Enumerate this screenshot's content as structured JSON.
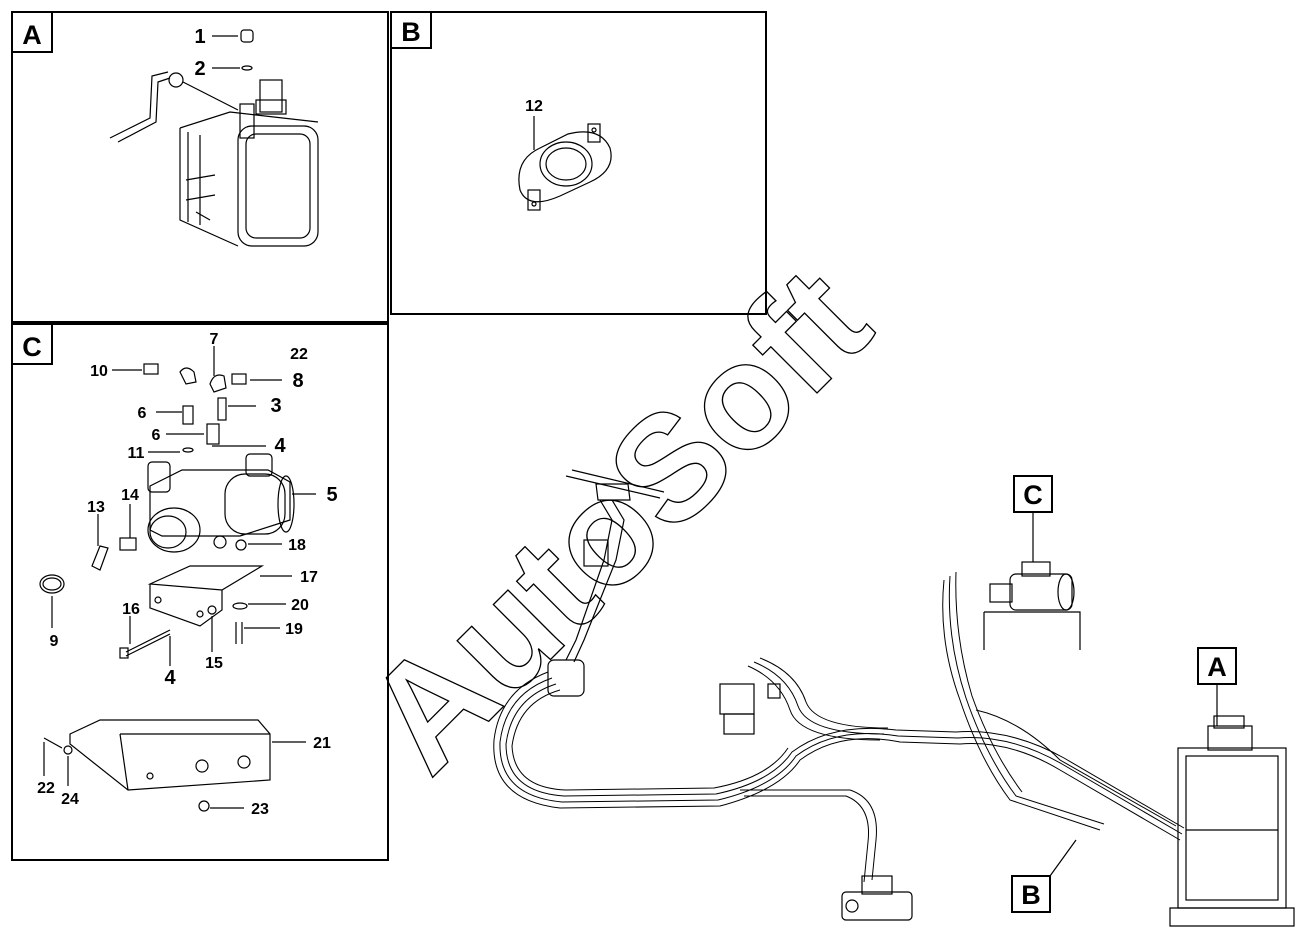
{
  "watermark": "AutoSoft",
  "panels": {
    "A": {
      "tag": "A"
    },
    "B": {
      "tag": "B"
    },
    "C": {
      "tag": "C"
    }
  },
  "callouts": {
    "a1": "1",
    "a2": "2",
    "b12": "12",
    "c7": "7",
    "c22top": "22",
    "c10": "10",
    "c8": "8",
    "c6a": "6",
    "c3": "3",
    "c6b": "6",
    "c4a": "4",
    "c11": "11",
    "c5": "5",
    "c13": "13",
    "c14": "14",
    "c18": "18",
    "c17": "17",
    "c16": "16",
    "c20": "20",
    "c9": "9",
    "c19": "19",
    "c4b": "4",
    "c15": "15",
    "c21": "21",
    "c22b": "22",
    "c24": "24",
    "c23": "23"
  },
  "assembly_tags": {
    "A": "A",
    "B": "B",
    "C": "C"
  }
}
